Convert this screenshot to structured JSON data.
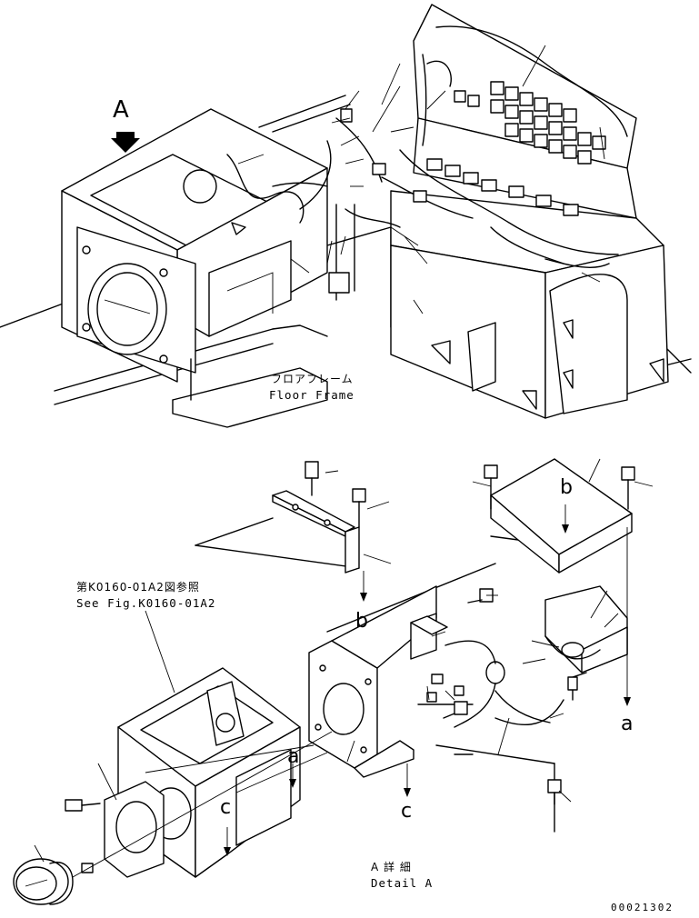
{
  "view_label": "A",
  "floor_frame": {
    "ja": "フロアフレーム",
    "en": "Floor Frame"
  },
  "see_fig": {
    "ja": "第K0160-01A2図参照",
    "en": "See Fig.K0160-01A2"
  },
  "detail": {
    "ja": "A 詳 細",
    "en": "Detail A"
  },
  "callouts": {
    "a1": "a",
    "a2": "a",
    "b1": "b",
    "b2": "b",
    "c1": "c",
    "c2": "c"
  },
  "drawing_number": "00021302"
}
